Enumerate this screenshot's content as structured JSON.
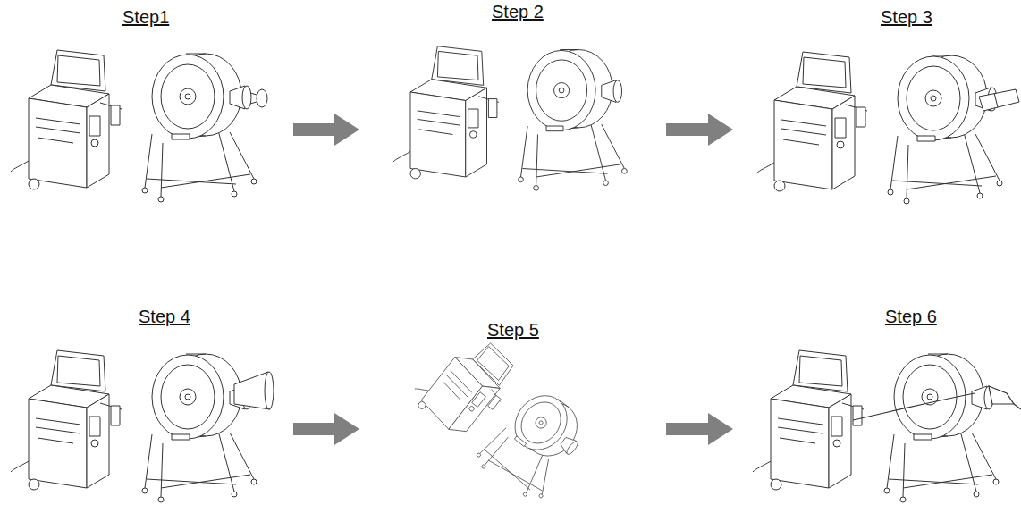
{
  "diagram": {
    "nodes": [
      {
        "text": [
          "Step1"
        ]
      },
      {
        "text": [
          "Step 2"
        ]
      },
      {
        "text": [
          "Step 3"
        ]
      },
      {
        "text": [
          "Step 4"
        ]
      },
      {
        "text": [
          "Step 5"
        ]
      },
      {
        "text": [
          "Step 6"
        ]
      }
    ],
    "edges": [
      {
        "from": 0,
        "to": 1,
        "arrow": "to"
      },
      {
        "from": 1,
        "to": 2,
        "arrow": "to"
      },
      {
        "from": 3,
        "to": 4,
        "arrow": "to"
      },
      {
        "from": 4,
        "to": 5,
        "arrow": "to"
      }
    ]
  }
}
